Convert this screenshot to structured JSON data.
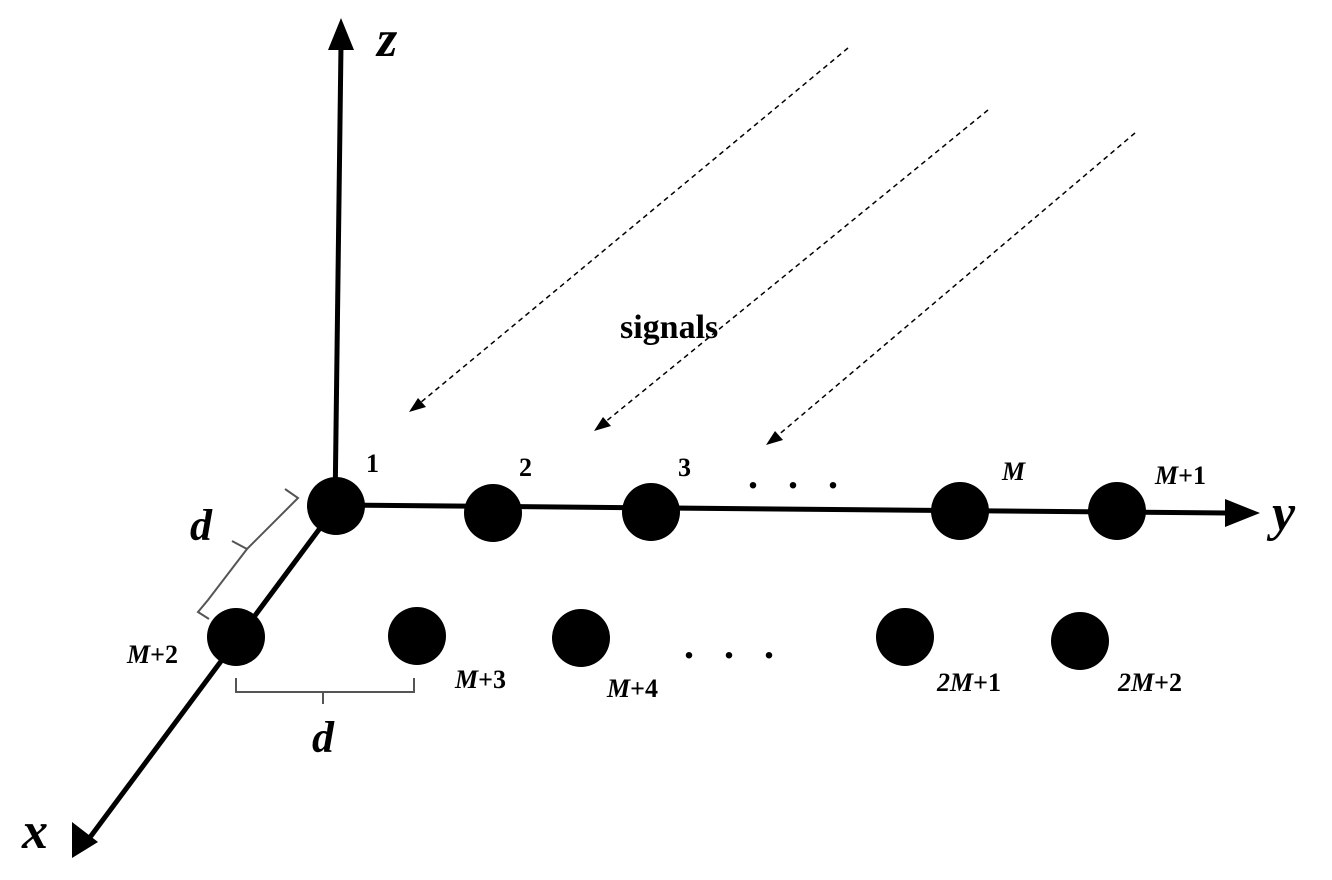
{
  "axes": {
    "x": "x",
    "y": "y",
    "z": "z"
  },
  "signals_label": "signals",
  "spacing_label": "d",
  "ellipsis": ". . .",
  "top_row": [
    {
      "pre": "",
      "var": "",
      "post": "1"
    },
    {
      "pre": "",
      "var": "",
      "post": "2"
    },
    {
      "pre": "",
      "var": "",
      "post": "3"
    },
    {
      "pre": "",
      "var": "M",
      "post": ""
    },
    {
      "pre": "",
      "var": "M",
      "post": "+1"
    }
  ],
  "bottom_row": [
    {
      "pre": "",
      "var": "M",
      "post": "+2"
    },
    {
      "pre": "",
      "var": "M",
      "post": "+3"
    },
    {
      "pre": "",
      "var": "M",
      "post": "+4"
    },
    {
      "pre": "2",
      "var": "M",
      "post": "+1"
    },
    {
      "pre": "2",
      "var": "M",
      "post": "+2"
    }
  ],
  "colors": {
    "ink": "#000000",
    "background": "#ffffff"
  }
}
